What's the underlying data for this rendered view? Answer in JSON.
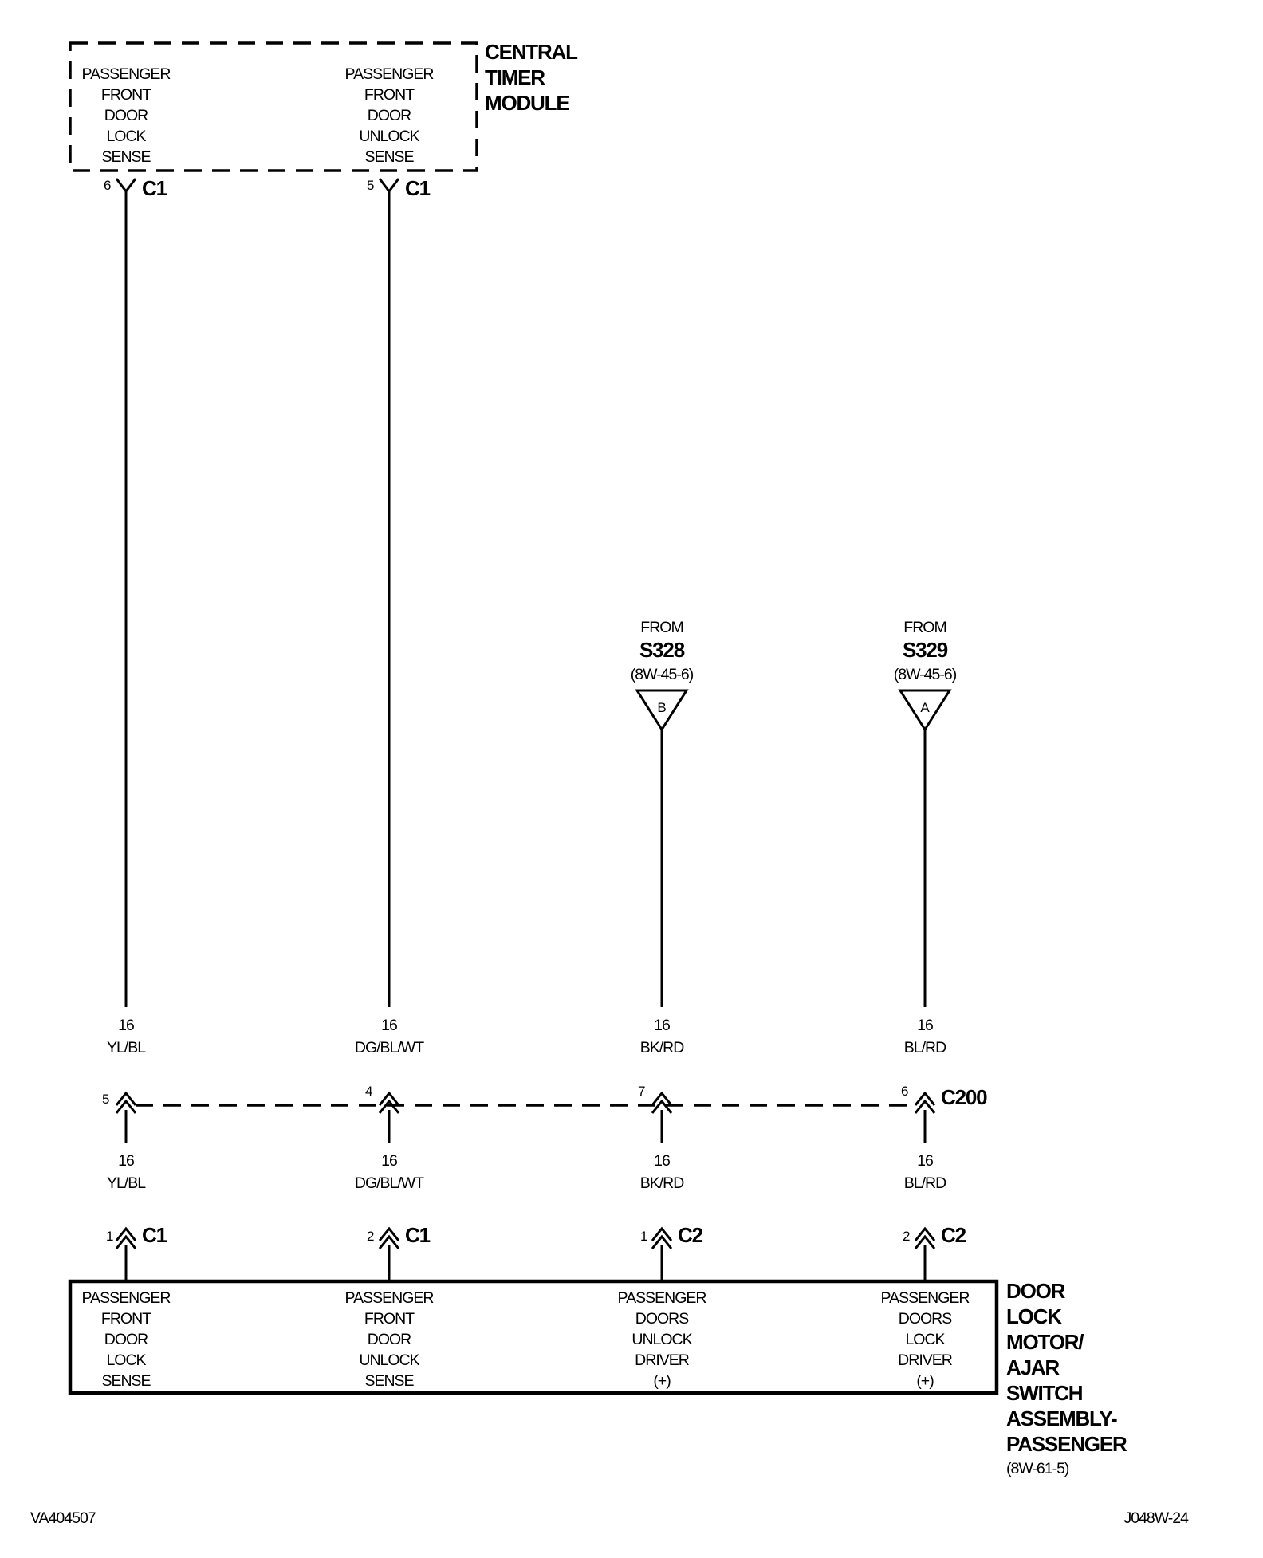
{
  "timer_module": {
    "title": [
      "CENTRAL",
      "TIMER",
      "MODULE"
    ],
    "pins": [
      {
        "label": [
          "PASSENGER",
          "FRONT",
          "DOOR",
          "LOCK",
          "SENSE"
        ],
        "pin": "6",
        "connector": "C1"
      },
      {
        "label": [
          "PASSENGER",
          "FRONT",
          "DOOR",
          "UNLOCK",
          "SENSE"
        ],
        "pin": "5",
        "connector": "C1"
      }
    ]
  },
  "splices": [
    {
      "from": "FROM",
      "id": "S328",
      "ref": "(8W-45-6)",
      "letter": "B"
    },
    {
      "from": "FROM",
      "id": "S329",
      "ref": "(8W-45-6)",
      "letter": "A"
    }
  ],
  "wires_upper": [
    {
      "gauge": "16",
      "color": "YL/BL"
    },
    {
      "gauge": "16",
      "color": "DG/BL/WT"
    },
    {
      "gauge": "16",
      "color": "BK/RD"
    },
    {
      "gauge": "16",
      "color": "BL/RD"
    }
  ],
  "inline_connector": {
    "name": "C200",
    "pins": [
      "5",
      "4",
      "7",
      "6"
    ]
  },
  "wires_lower": [
    {
      "gauge": "16",
      "color": "YL/BL"
    },
    {
      "gauge": "16",
      "color": "DG/BL/WT"
    },
    {
      "gauge": "16",
      "color": "BK/RD"
    },
    {
      "gauge": "16",
      "color": "BL/RD"
    }
  ],
  "assembly_connectors": [
    {
      "pin": "1",
      "connector": "C1"
    },
    {
      "pin": "2",
      "connector": "C1"
    },
    {
      "pin": "1",
      "connector": "C2"
    },
    {
      "pin": "2",
      "connector": "C2"
    }
  ],
  "assembly": {
    "title": [
      "DOOR",
      "LOCK",
      "MOTOR/",
      "AJAR",
      "SWITCH",
      "ASSEMBLY-",
      "PASSENGER"
    ],
    "ref": "(8W-61-5)",
    "pins": [
      [
        "PASSENGER",
        "FRONT",
        "DOOR",
        "LOCK",
        "SENSE"
      ],
      [
        "PASSENGER",
        "FRONT",
        "DOOR",
        "UNLOCK",
        "SENSE"
      ],
      [
        "PASSENGER",
        "DOORS",
        "UNLOCK",
        "DRIVER",
        "(+)"
      ],
      [
        "PASSENGER",
        "DOORS",
        "LOCK",
        "DRIVER",
        "(+)"
      ]
    ]
  },
  "footer": {
    "left_code": "VA404507",
    "right_code": "J048W-24"
  }
}
